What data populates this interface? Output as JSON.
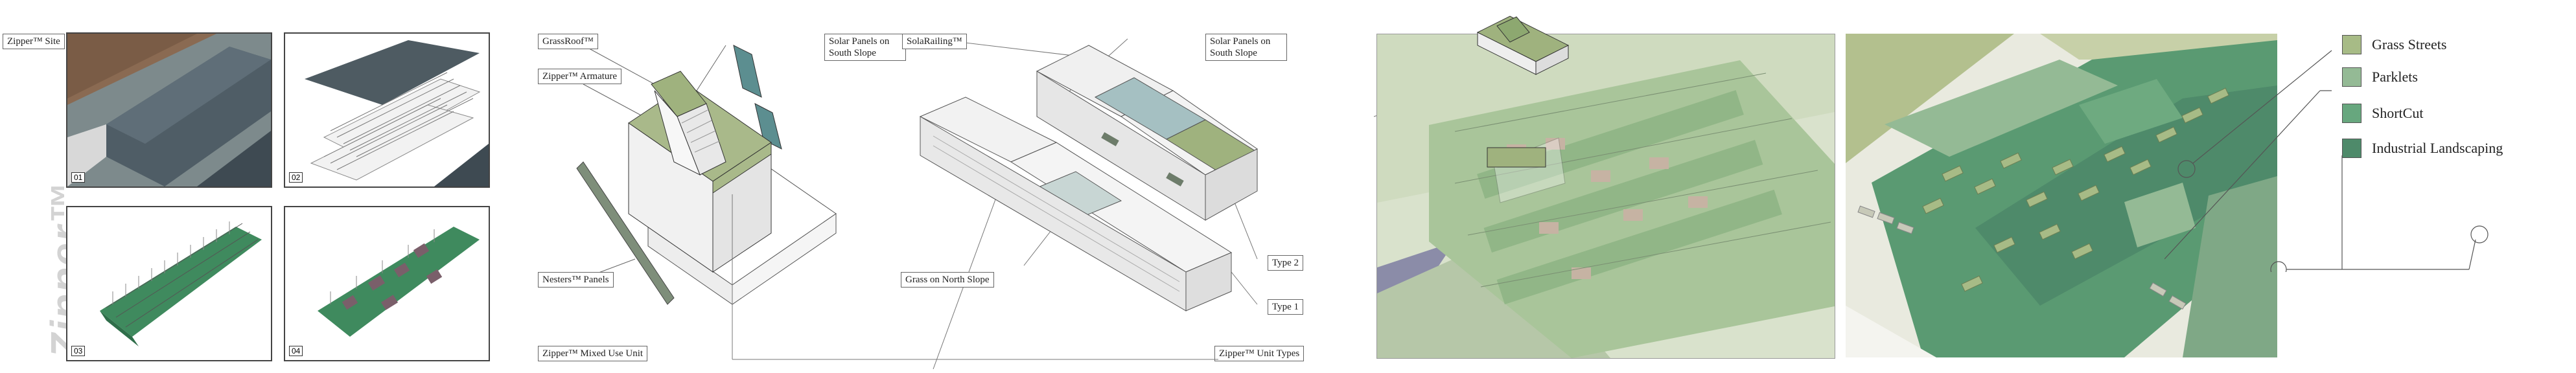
{
  "brand": {
    "vertical": "Zipper™",
    "site_label": "Zipper™ Site"
  },
  "site_panels": [
    {
      "num": "01"
    },
    {
      "num": "02"
    },
    {
      "num": "03"
    },
    {
      "num": "04"
    }
  ],
  "mixed_use": {
    "grassroof": "GrassRoof™",
    "armature": "Zipper™ Armature",
    "solar": "Solar Panels on South Slope",
    "nesters": "Nesters™ Panels",
    "caption": "Zipper™ Mixed Use Unit"
  },
  "unit_types": {
    "solarailing": "SolaRailing™",
    "solar": "Solar Panels on South Slope",
    "grass_north": "Grass on North Slope",
    "type2": "Type 2",
    "type1": "Type 1",
    "caption": "Zipper™ Unit Types"
  },
  "legend": {
    "items": [
      {
        "label": "Grass Streets",
        "color": "#a7bb86"
      },
      {
        "label": "Parklets",
        "color": "#94ba95"
      },
      {
        "label": "ShortCut",
        "color": "#67a77e"
      },
      {
        "label": "Industrial Landscaping",
        "color": "#4e8a6a"
      }
    ]
  }
}
